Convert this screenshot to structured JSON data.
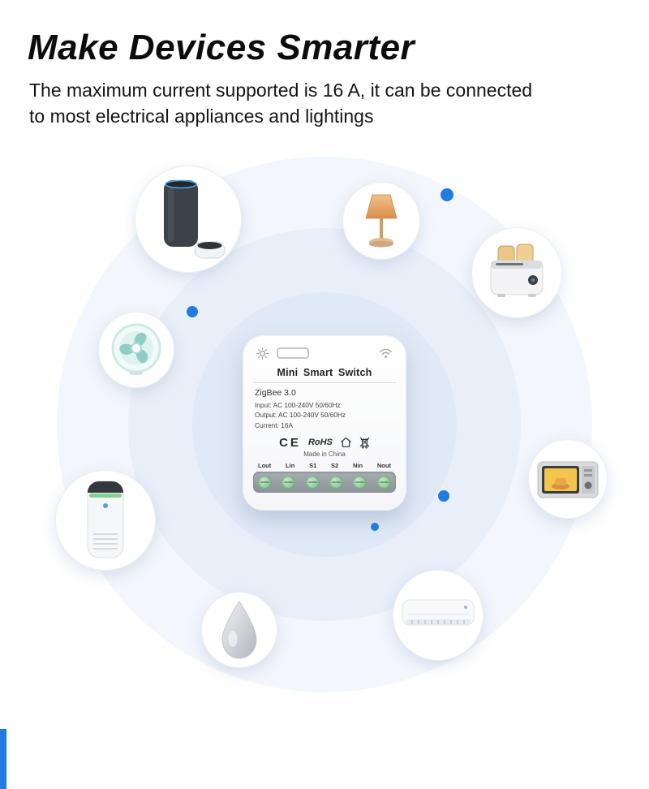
{
  "header": {
    "title": "Make Devices Smarter",
    "subtitle_lines": [
      "The maximum current supported is 16 A, it can be connected",
      "to most electrical appliances and lightings"
    ]
  },
  "device": {
    "name": "Mini Smart Switch",
    "protocol": "ZigBee 3.0",
    "specs": [
      "Input: AC 100-240V 50/60Hz",
      "Output: AC 100-240V 50/60Hz",
      "Current: 16A"
    ],
    "certifications": {
      "ce": "CE",
      "rohs": "RoHS"
    },
    "made_in": "Made in China",
    "terminals": [
      "Lout",
      "Lin",
      "S1",
      "S2",
      "Nin",
      "Nout"
    ]
  },
  "appliances": [
    {
      "icon": "smart-speaker-icon"
    },
    {
      "icon": "table-lamp-icon"
    },
    {
      "icon": "toaster-icon"
    },
    {
      "icon": "fan-icon"
    },
    {
      "icon": "microwave-icon"
    },
    {
      "icon": "air-purifier-icon"
    },
    {
      "icon": "humidifier-icon"
    },
    {
      "icon": "air-conditioner-icon"
    }
  ],
  "colors": {
    "accent_blue": "#1f7ce0",
    "ring_outer": "#f3f6fc",
    "ring_middle": "#e9eff9",
    "ring_inner": "#e0e9f6",
    "terminal_green": "#9fd4a8"
  }
}
